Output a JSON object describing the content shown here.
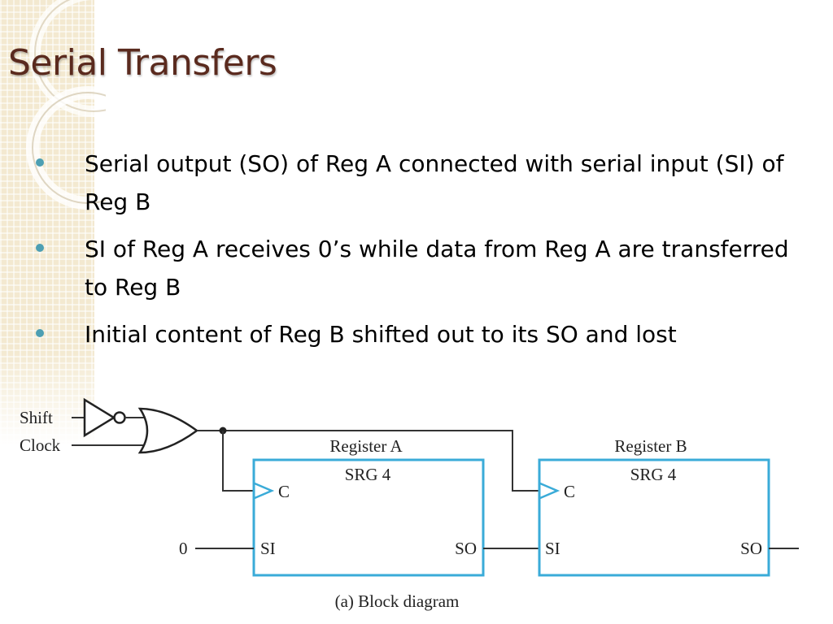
{
  "slide": {
    "title": "Serial Transfers",
    "bullets": [
      "Serial output (SO) of Reg A connected with serial input (SI) of Reg B",
      "SI of Reg A receives 0’s while data from Reg A are transferred to Reg B",
      "Initial content of Reg B shifted out to its SO and lost"
    ]
  },
  "diagram": {
    "inputs": {
      "shift": "Shift",
      "clock": "Clock",
      "zero": "0"
    },
    "register_a": {
      "name": "Register A",
      "type": "SRG 4",
      "clock_pin": "C",
      "serial_in": "SI",
      "serial_out": "SO"
    },
    "register_b": {
      "name": "Register B",
      "type": "SRG 4",
      "clock_pin": "C",
      "serial_in": "SI",
      "serial_out": "SO"
    },
    "caption": "(a) Block diagram",
    "colors": {
      "register_border": "#3aabd8",
      "wire": "#333333"
    }
  }
}
